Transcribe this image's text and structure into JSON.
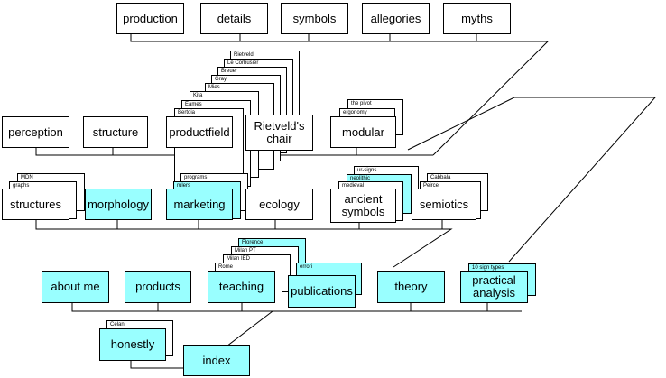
{
  "colors": {
    "highlight": "#99ffff",
    "line": "#000000",
    "box": "#ffffff"
  },
  "top_row": {
    "production": "production",
    "details": "details",
    "symbols": "symbols",
    "allegories": "allegories",
    "myths": "myths"
  },
  "second_row": {
    "perception": "perception",
    "structure": "structure",
    "productfield": "productfield",
    "rietveld_chair": "Rietveld's chair",
    "modular": "modular"
  },
  "chair_cards": [
    "Rietveld",
    "Le Corbusier",
    "Breuer",
    "Gray",
    "Mies",
    "Kita",
    "Eames",
    "Bertoia"
  ],
  "modular_cards": [
    "the pivot",
    "ergonomy"
  ],
  "third_row": {
    "structures": "structures",
    "morphology": "morphology",
    "marketing": "marketing",
    "ecology": "ecology",
    "ancient_symbols": "ancient symbols",
    "semiotics": "semiotics"
  },
  "structures_cards": [
    "MDN",
    "graphs"
  ],
  "marketing_cards": [
    "programs",
    "rulers"
  ],
  "ancient_cards": [
    "ur-signs",
    "neolithic",
    "medieval"
  ],
  "semiotics_cards": [
    "Cabbala",
    "Peirce"
  ],
  "fourth_row": {
    "about_me": "about me",
    "products": "products",
    "teaching": "teaching",
    "publications": "publications",
    "theory": "theory",
    "practical_analysis": "practical analysis"
  },
  "teaching_cards": [
    "Florence",
    "Milan PT",
    "Milan IED",
    "Rome"
  ],
  "publications_cards": [
    "errori"
  ],
  "practical_cards": [
    "10 sign types"
  ],
  "bottom": {
    "honestly": "honestly",
    "index": "index"
  },
  "honestly_cards": [
    "Celan"
  ]
}
